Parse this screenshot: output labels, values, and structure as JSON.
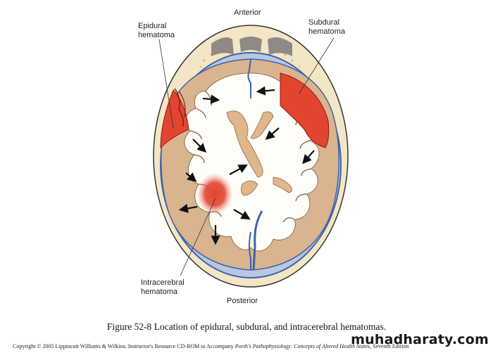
{
  "labels": {
    "anterior": "Anterior",
    "posterior": "Posterior",
    "epidural_line1": "Epidural",
    "epidural_line2": "hematoma",
    "subdural_line1": "Subdural",
    "subdural_line2": "hematoma",
    "intracerebral_line1": "Intracerebral",
    "intracerebral_line2": "hematoma"
  },
  "caption": "Figure 52-8 Location of epidural, subdural, and intracerebral hematomas.",
  "copyright": {
    "prefix": "Copyright © 2005 Lippincott Williams & Wilkins.  Instructor's Resource CD-ROM to Accompany ",
    "book": "Porth's Pathophysiology: Concepts of Altered Health States",
    "suffix": ", Seventh Edition"
  },
  "watermark": "muhadharaty.com",
  "colors": {
    "skull": "#f2e6c4",
    "brain": "#d9b48f",
    "white_matter": "#fffdf8",
    "vessel": "#3f63a8",
    "hematoma": "#e2452f"
  }
}
